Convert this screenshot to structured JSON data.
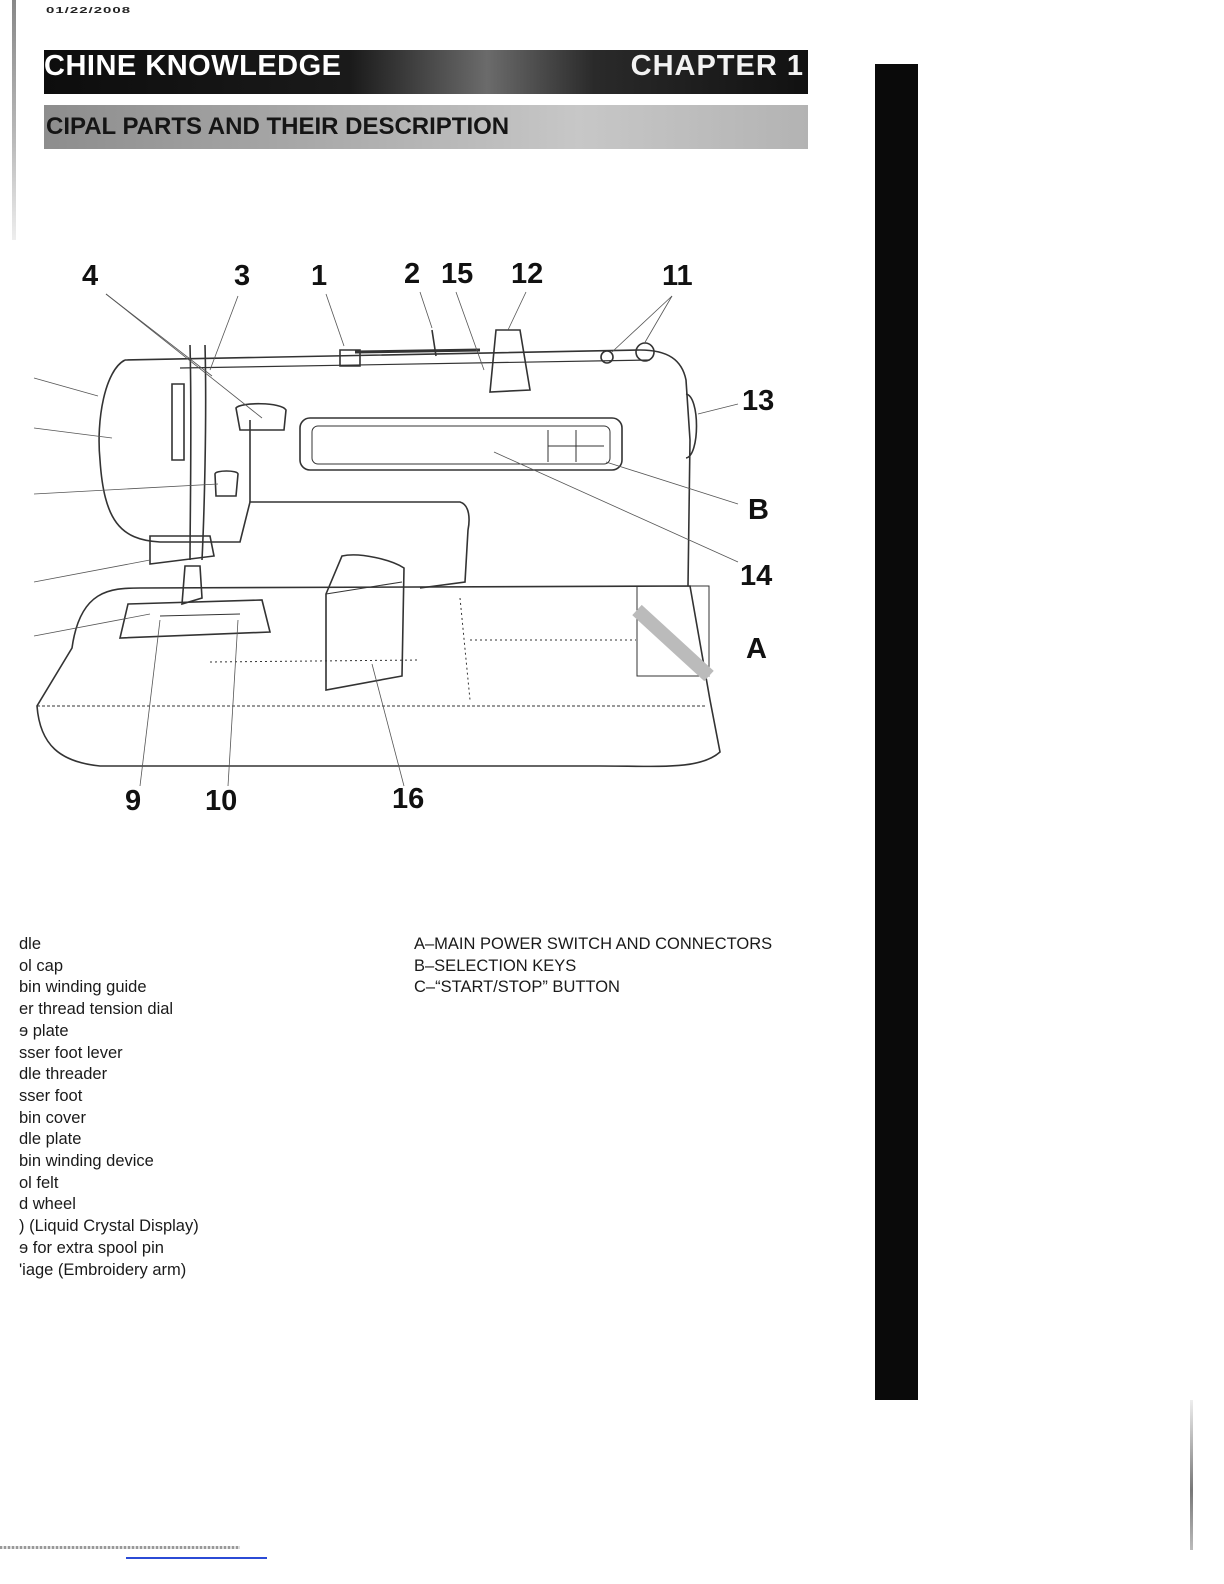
{
  "header": {
    "date_stamp": "01/22/2008",
    "title": "CHINE KNOWLEDGE",
    "chapter": "CHAPTER 1",
    "subtitle": "CIPAL PARTS AND THEIR DESCRIPTION"
  },
  "diagram": {
    "callouts_top": [
      "4",
      "3",
      "1",
      "2",
      "15",
      "12",
      "11"
    ],
    "callouts_right": [
      "13",
      "B",
      "14",
      "A"
    ],
    "callouts_bottom": [
      "9",
      "10",
      "16"
    ]
  },
  "parts_list": [
    "dle",
    "ol cap",
    "bin winding guide",
    "er thread tension dial",
    "ɘ plate",
    "ѕser foot lever",
    "dle threader",
    "ѕser foot",
    "bin cover",
    "dle plate",
    "bin winding device",
    "ol felt",
    "d wheel",
    ") (Liquid Crystal Display)",
    "ɘ for extra spool pin",
    "'iage (Embroidery arm)"
  ],
  "legend": [
    "A–MAIN POWER SWITCH AND CONNECTORS",
    "B–SELECTION KEYS",
    "C–“START/STOP” BUTTON"
  ]
}
